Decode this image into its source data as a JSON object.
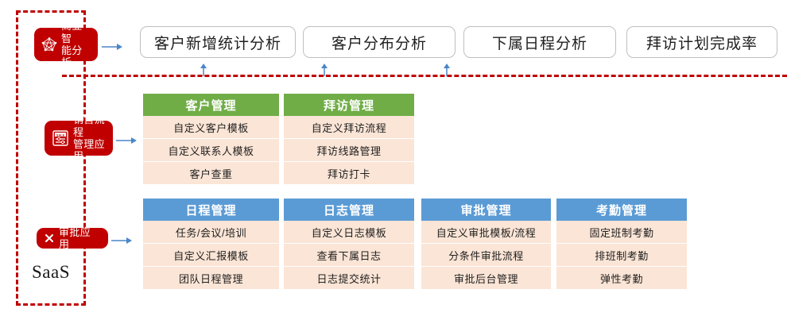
{
  "left_panel": {
    "container_label": "SaaS",
    "badges": [
      {
        "id": "bi",
        "label": "商业智\n能分析",
        "icon": "network-graph-icon",
        "color": "#c00000"
      },
      {
        "id": "sales",
        "label": "销售流程\n管理应用",
        "icon": "sale-tag-icon",
        "color": "#c00000"
      },
      {
        "id": "approve",
        "label": "审批应用",
        "icon": "cross-check-icon",
        "color": "#c00000"
      }
    ]
  },
  "top_tabs": [
    {
      "label": "客户新增统计分析"
    },
    {
      "label": "客户分布分析"
    },
    {
      "label": "下属日程分析"
    },
    {
      "label": "拜访计划完成率"
    }
  ],
  "green_cards": [
    {
      "title": "客户管理",
      "rows": [
        "自定义客户模板",
        "自定义联系人模板",
        "客户查重"
      ]
    },
    {
      "title": "拜访管理",
      "rows": [
        "自定义拜访流程",
        "拜访线路管理",
        "拜访打卡"
      ]
    }
  ],
  "blue_cards": [
    {
      "title": "日程管理",
      "rows": [
        "任务/会议/培训",
        "自定义汇报模板",
        "团队日程管理"
      ]
    },
    {
      "title": "日志管理",
      "rows": [
        "自定义日志模板",
        "查看下属日志",
        "日志提交统计"
      ]
    },
    {
      "title": "审批管理",
      "rows": [
        "自定义审批模板/流程",
        "分条件审批流程",
        "审批后台管理"
      ]
    },
    {
      "title": "考勤管理",
      "rows": [
        "固定班制考勤",
        "排班制考勤",
        "弹性考勤"
      ]
    }
  ],
  "colors": {
    "badge_red": "#c00000",
    "dashed_red": "#c00000",
    "green_header": "#70ad47",
    "blue_header": "#5b9bd5",
    "row_bg": "#fbe5d6",
    "arrow_blue": "#4a86c8",
    "tab_border": "#bfbfbf"
  }
}
